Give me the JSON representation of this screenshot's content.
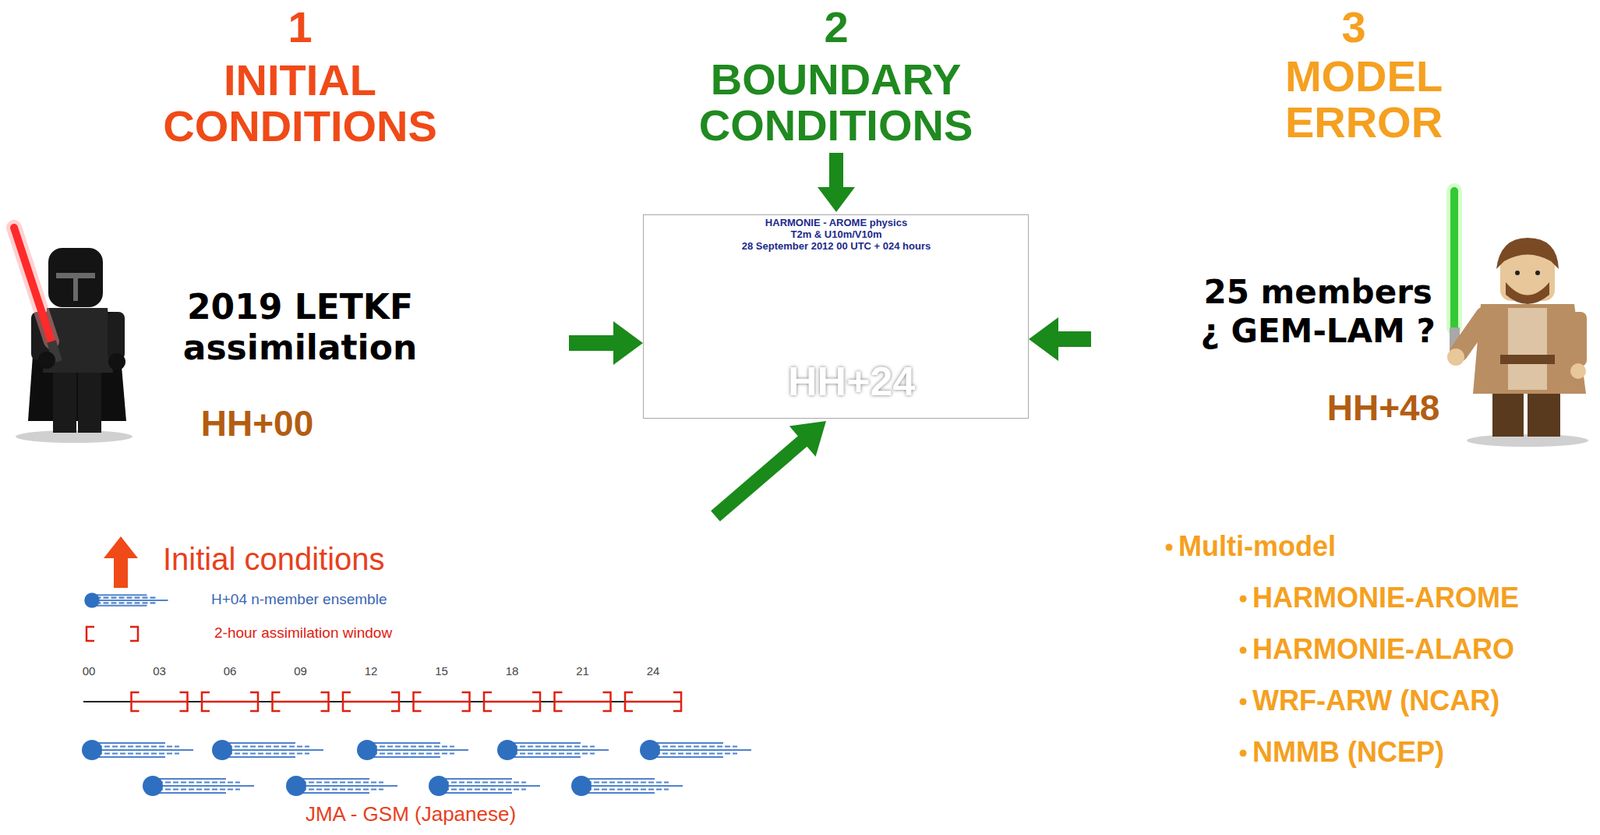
{
  "diagram": {
    "nodes": [
      {
        "text": [
          "INITIAL CONDITIONS",
          "2019 LETKF assimilation"
        ]
      },
      {
        "text": [
          "BOUNDARY CONDITIONS",
          "HH+24"
        ]
      },
      {
        "text": [
          "MODEL ERROR",
          "25 members ¿ GEM-LAM ?"
        ]
      }
    ],
    "edges": [
      {
        "from": 0,
        "to": 1,
        "arrow": "to"
      },
      {
        "from": 2,
        "to": 1,
        "arrow": "to"
      }
    ],
    "labels": [
      "1",
      "2",
      "3",
      "HARMONIE - AROME physics",
      "T2m & U10m/V10m",
      "28 September 2012 00 UTC + 024 hours",
      "HH+00",
      "HH+48",
      "Initial conditions",
      "00",
      "03",
      "06",
      "09",
      "12",
      "15",
      "18",
      "21",
      "24",
      "JMA - GSM (Japanese)",
      "Multi-model",
      "HARMONIE-AROME",
      "HARMONIE-ALARO",
      "WRF-ARW (NCAR)",
      "NMMB (NCEP)"
    ],
    "legend": [
      {
        "text": "H+04 n-member ensemble"
      },
      {
        "text": "2-hour assimilation window"
      }
    ]
  }
}
